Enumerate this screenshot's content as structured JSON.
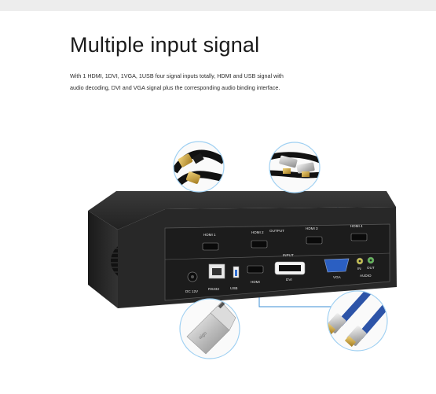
{
  "heading": "Multiple input signal",
  "description": {
    "line1": "With 1 HDMI, 1DVI, 1VGA, 1USB four signal inputs totally, HDMI and USB signal with",
    "line2": "audio decoding, DVI and VGA signal plus the corresponding audio binding interface."
  },
  "panel_labels": {
    "output": "OUTPUT",
    "hdmi1": "HDMI 1",
    "hdmi2": "HDMI 2",
    "hdmi3": "HDMI 3",
    "hdmi4": "HDMI 4",
    "input": "INPUT",
    "dc": "DC 12V",
    "rs232": "RS232",
    "usb": "USB",
    "hdmi_in": "HDMI",
    "dvi": "DVI",
    "vga": "VGA",
    "audio": "AUDIO",
    "audio_in": "IN",
    "audio_out": "OUT"
  },
  "usb_stick_text": "aigo",
  "colors": {
    "callout_line": "#3d8fd6",
    "device_body": "#2b2b2b",
    "panel_face": "#1e1e1e",
    "callout_ring": "#9fd0f2"
  }
}
